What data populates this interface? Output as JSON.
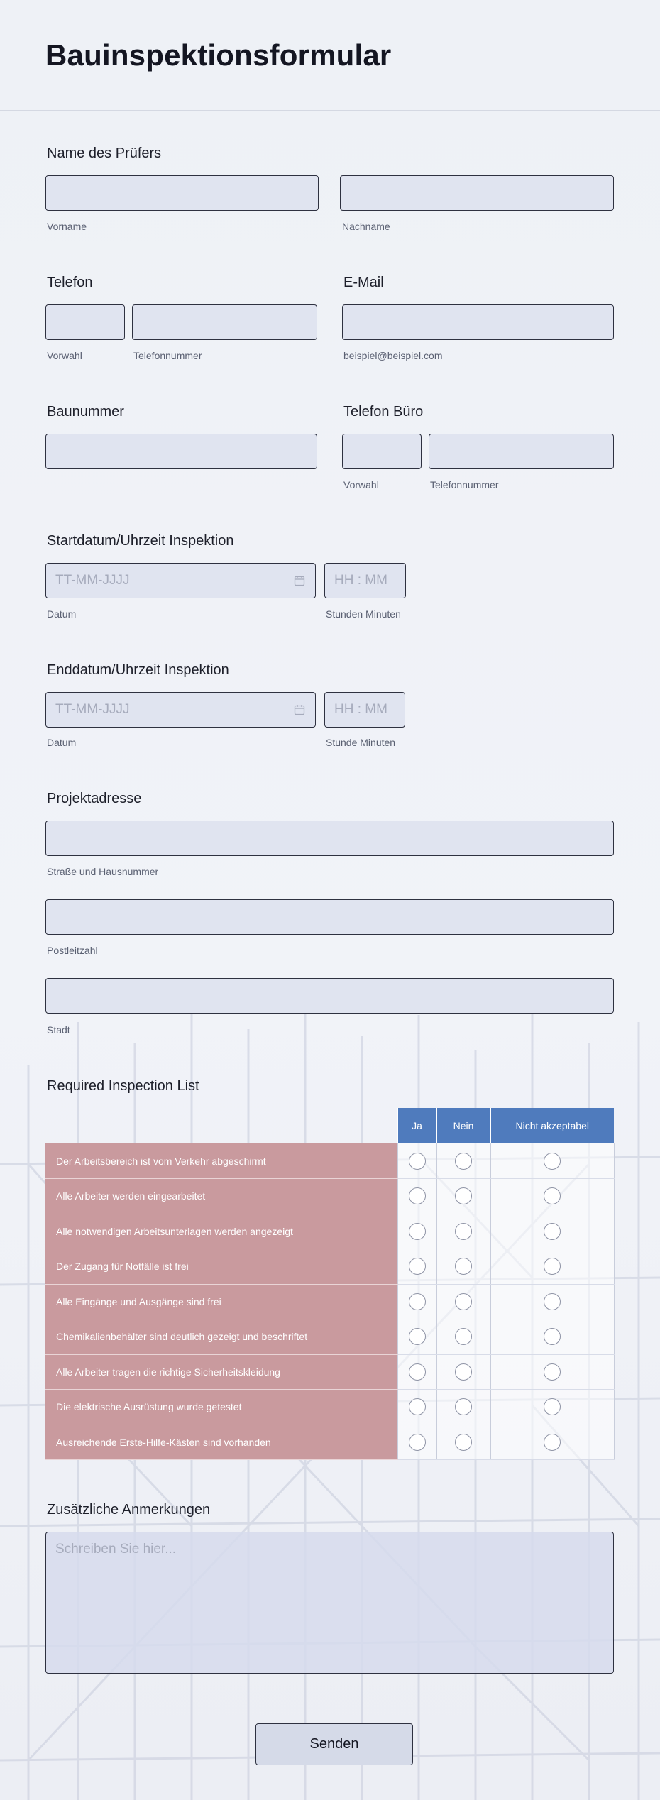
{
  "form_title": "Bauinspektionsformular",
  "inspector": {
    "label": "Name des Prüfers",
    "first_sub": "Vorname",
    "last_sub": "Nachname"
  },
  "phone": {
    "label": "Telefon",
    "area_sub": "Vorwahl",
    "number_sub": "Telefonnummer"
  },
  "email": {
    "label": "E-Mail",
    "sub": "beispiel@beispiel.com"
  },
  "build_number": {
    "label": "Baunummer"
  },
  "office_phone": {
    "label": "Telefon Büro",
    "area_sub": "Vorwahl",
    "number_sub": "Telefonnummer"
  },
  "start": {
    "label": "Startdatum/Uhrzeit Inspektion",
    "date_placeholder": "TT-MM-JJJJ",
    "time_placeholder": "HH : MM",
    "date_sub": "Datum",
    "time_sub": "Stunden Minuten"
  },
  "end": {
    "label": "Enddatum/Uhrzeit Inspektion",
    "date_placeholder": "TT-MM-JJJJ",
    "time_placeholder": "HH : MM",
    "date_sub": "Datum",
    "time_sub": "Stunde Minuten"
  },
  "address": {
    "label": "Projektadresse",
    "street_sub": "Straße und Hausnummer",
    "zip_sub": "Postleitzahl",
    "city_sub": "Stadt"
  },
  "inspection": {
    "label": "Required Inspection List",
    "columns": [
      "Ja",
      "Nein",
      "Nicht akzeptabel"
    ],
    "rows": [
      "Der Arbeitsbereich ist vom Verkehr abgeschirmt",
      "Alle Arbeiter werden eingearbeitet",
      "Alle notwendigen Arbeitsunterlagen werden angezeigt",
      "Der Zugang für Notfälle ist frei",
      "Alle Eingänge und Ausgänge sind frei",
      "Chemikalienbehälter sind deutlich gezeigt und beschriftet",
      "Alle Arbeiter tragen die richtige Sicherheitskleidung",
      "Die elektrische Ausrüstung wurde getestet",
      "Ausreichende Erste-Hilfe-Kästen sind vorhanden"
    ]
  },
  "notes": {
    "label": "Zusätzliche Anmerkungen",
    "placeholder": "Schreiben Sie hier..."
  },
  "submit_label": "Senden",
  "colors": {
    "header_cell": "#4f7bbd",
    "row_label": "#c99a9e",
    "field_bg": "#e0e4f0"
  }
}
